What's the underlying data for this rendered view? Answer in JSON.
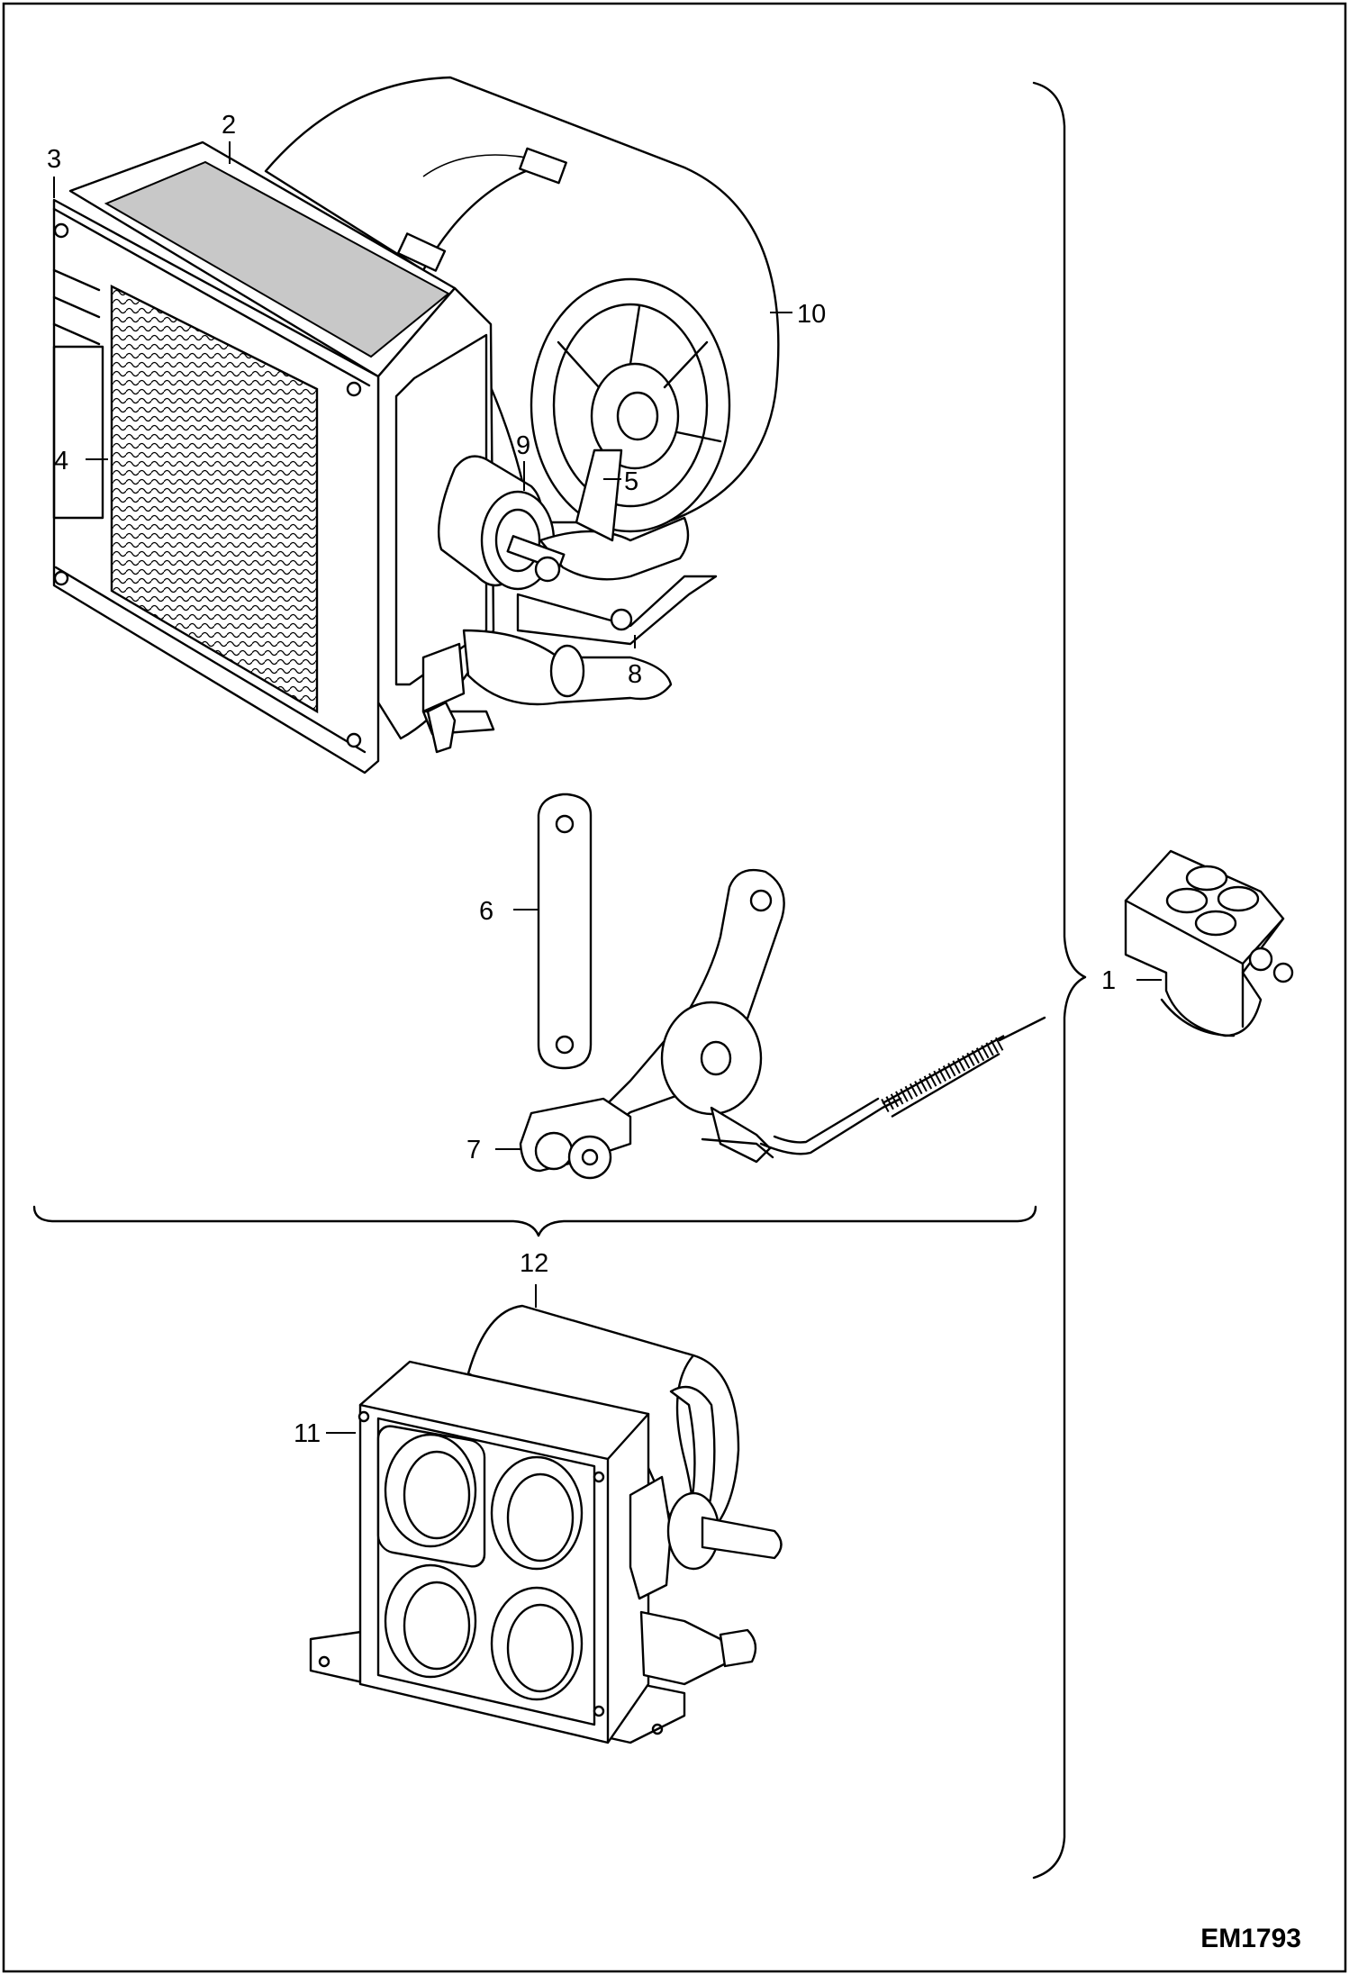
{
  "figure_id": "EM1793",
  "callouts": {
    "c1": "1",
    "c2": "2",
    "c3": "3",
    "c4": "4",
    "c5": "5",
    "c6": "6",
    "c7": "7",
    "c8": "8",
    "c9": "9",
    "c10": "10",
    "c11": "11",
    "c12": "12"
  }
}
